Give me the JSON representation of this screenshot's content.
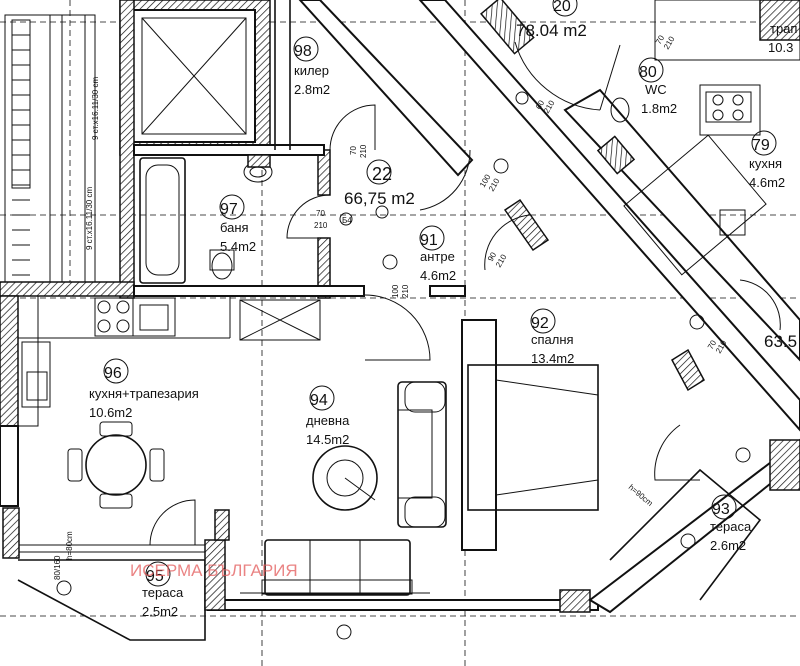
{
  "unit_title": {
    "number": "22",
    "area": "66,75 m2"
  },
  "rooms": [
    {
      "id": "98",
      "name": "килер",
      "area": "2.8m2"
    },
    {
      "id": "97",
      "name": "баня",
      "area": "5.4m2"
    },
    {
      "id": "91",
      "name": "антре",
      "area": "4.6m2"
    },
    {
      "id": "92",
      "name": "спалня",
      "area": "13.4m2"
    },
    {
      "id": "96",
      "name": "кухня+трапезария",
      "area": "10.6m2"
    },
    {
      "id": "94",
      "name": "дневна",
      "area": "14.5m2"
    },
    {
      "id": "95",
      "name": "тераса",
      "area": "2.5m2"
    },
    {
      "id": "93",
      "name": "тераса",
      "area": "2.6m2"
    }
  ],
  "neighbor_rooms": [
    {
      "id": "20",
      "area": "78.04 m2"
    },
    {
      "id": "80",
      "name": "WC",
      "area": "1.8m2"
    },
    {
      "id": "79",
      "name": "кухня",
      "area": "4.6m2"
    },
    {
      "name": "трап",
      "area": "10.3"
    },
    {
      "area": "63.5"
    }
  ],
  "stair_notes": [
    "9 ст.х16.11/30 cm",
    "9 ст.х16.11/30 cm"
  ],
  "door_tags": [
    {
      "w": "70",
      "h": "210",
      "tag": "Б4"
    },
    {
      "w": "70",
      "h": "210"
    },
    {
      "w": "100",
      "h": "210"
    },
    {
      "w": "90",
      "h": "210"
    },
    {
      "w": "100",
      "h": "210"
    },
    {
      "w": "70",
      "h": "210"
    },
    {
      "w": "60",
      "h": "210"
    },
    {
      "w": "70",
      "h": "210"
    }
  ],
  "window_notes": [
    "80/160",
    "h=90cm",
    "h=80cm"
  ],
  "watermark": "ИСЕРМА БЪЛГАРИЯ",
  "colors": {
    "line": "#111111",
    "watermark": "#e35a5a"
  }
}
